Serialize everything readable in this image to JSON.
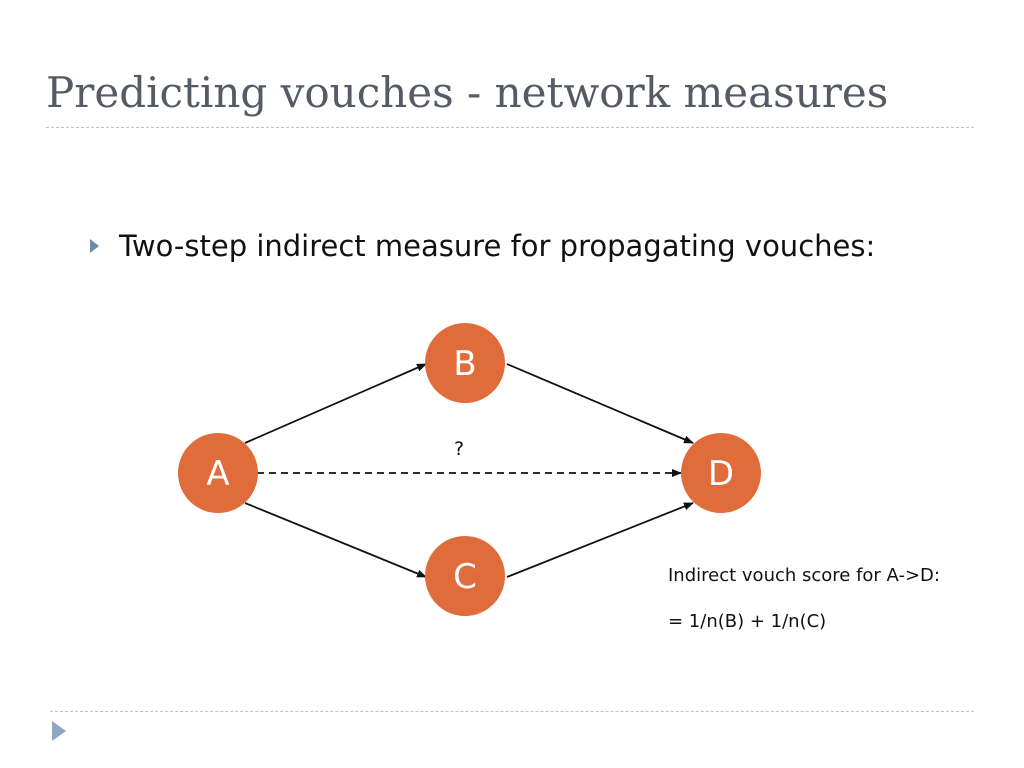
{
  "slide": {
    "title": "Predicting vouches - network measures",
    "bullet": "Two-step indirect measure for propagating vouches:"
  },
  "diagram": {
    "nodes": [
      {
        "id": "A",
        "label": "A"
      },
      {
        "id": "B",
        "label": "B"
      },
      {
        "id": "C",
        "label": "C"
      },
      {
        "id": "D",
        "label": "D"
      }
    ],
    "edges": [
      {
        "from": "A",
        "to": "B",
        "style": "solid"
      },
      {
        "from": "A",
        "to": "C",
        "style": "solid"
      },
      {
        "from": "B",
        "to": "D",
        "style": "solid"
      },
      {
        "from": "C",
        "to": "D",
        "style": "solid"
      },
      {
        "from": "A",
        "to": "D",
        "style": "dashed",
        "label": "?"
      }
    ],
    "node_color": "#e06c3c",
    "score_line1": "Indirect vouch score for A->D:",
    "score_line2": "= 1/n(B) + 1/n(C)"
  },
  "icons": {
    "bullet": "triangle-bullet-icon",
    "nav": "next-slide-icon"
  }
}
